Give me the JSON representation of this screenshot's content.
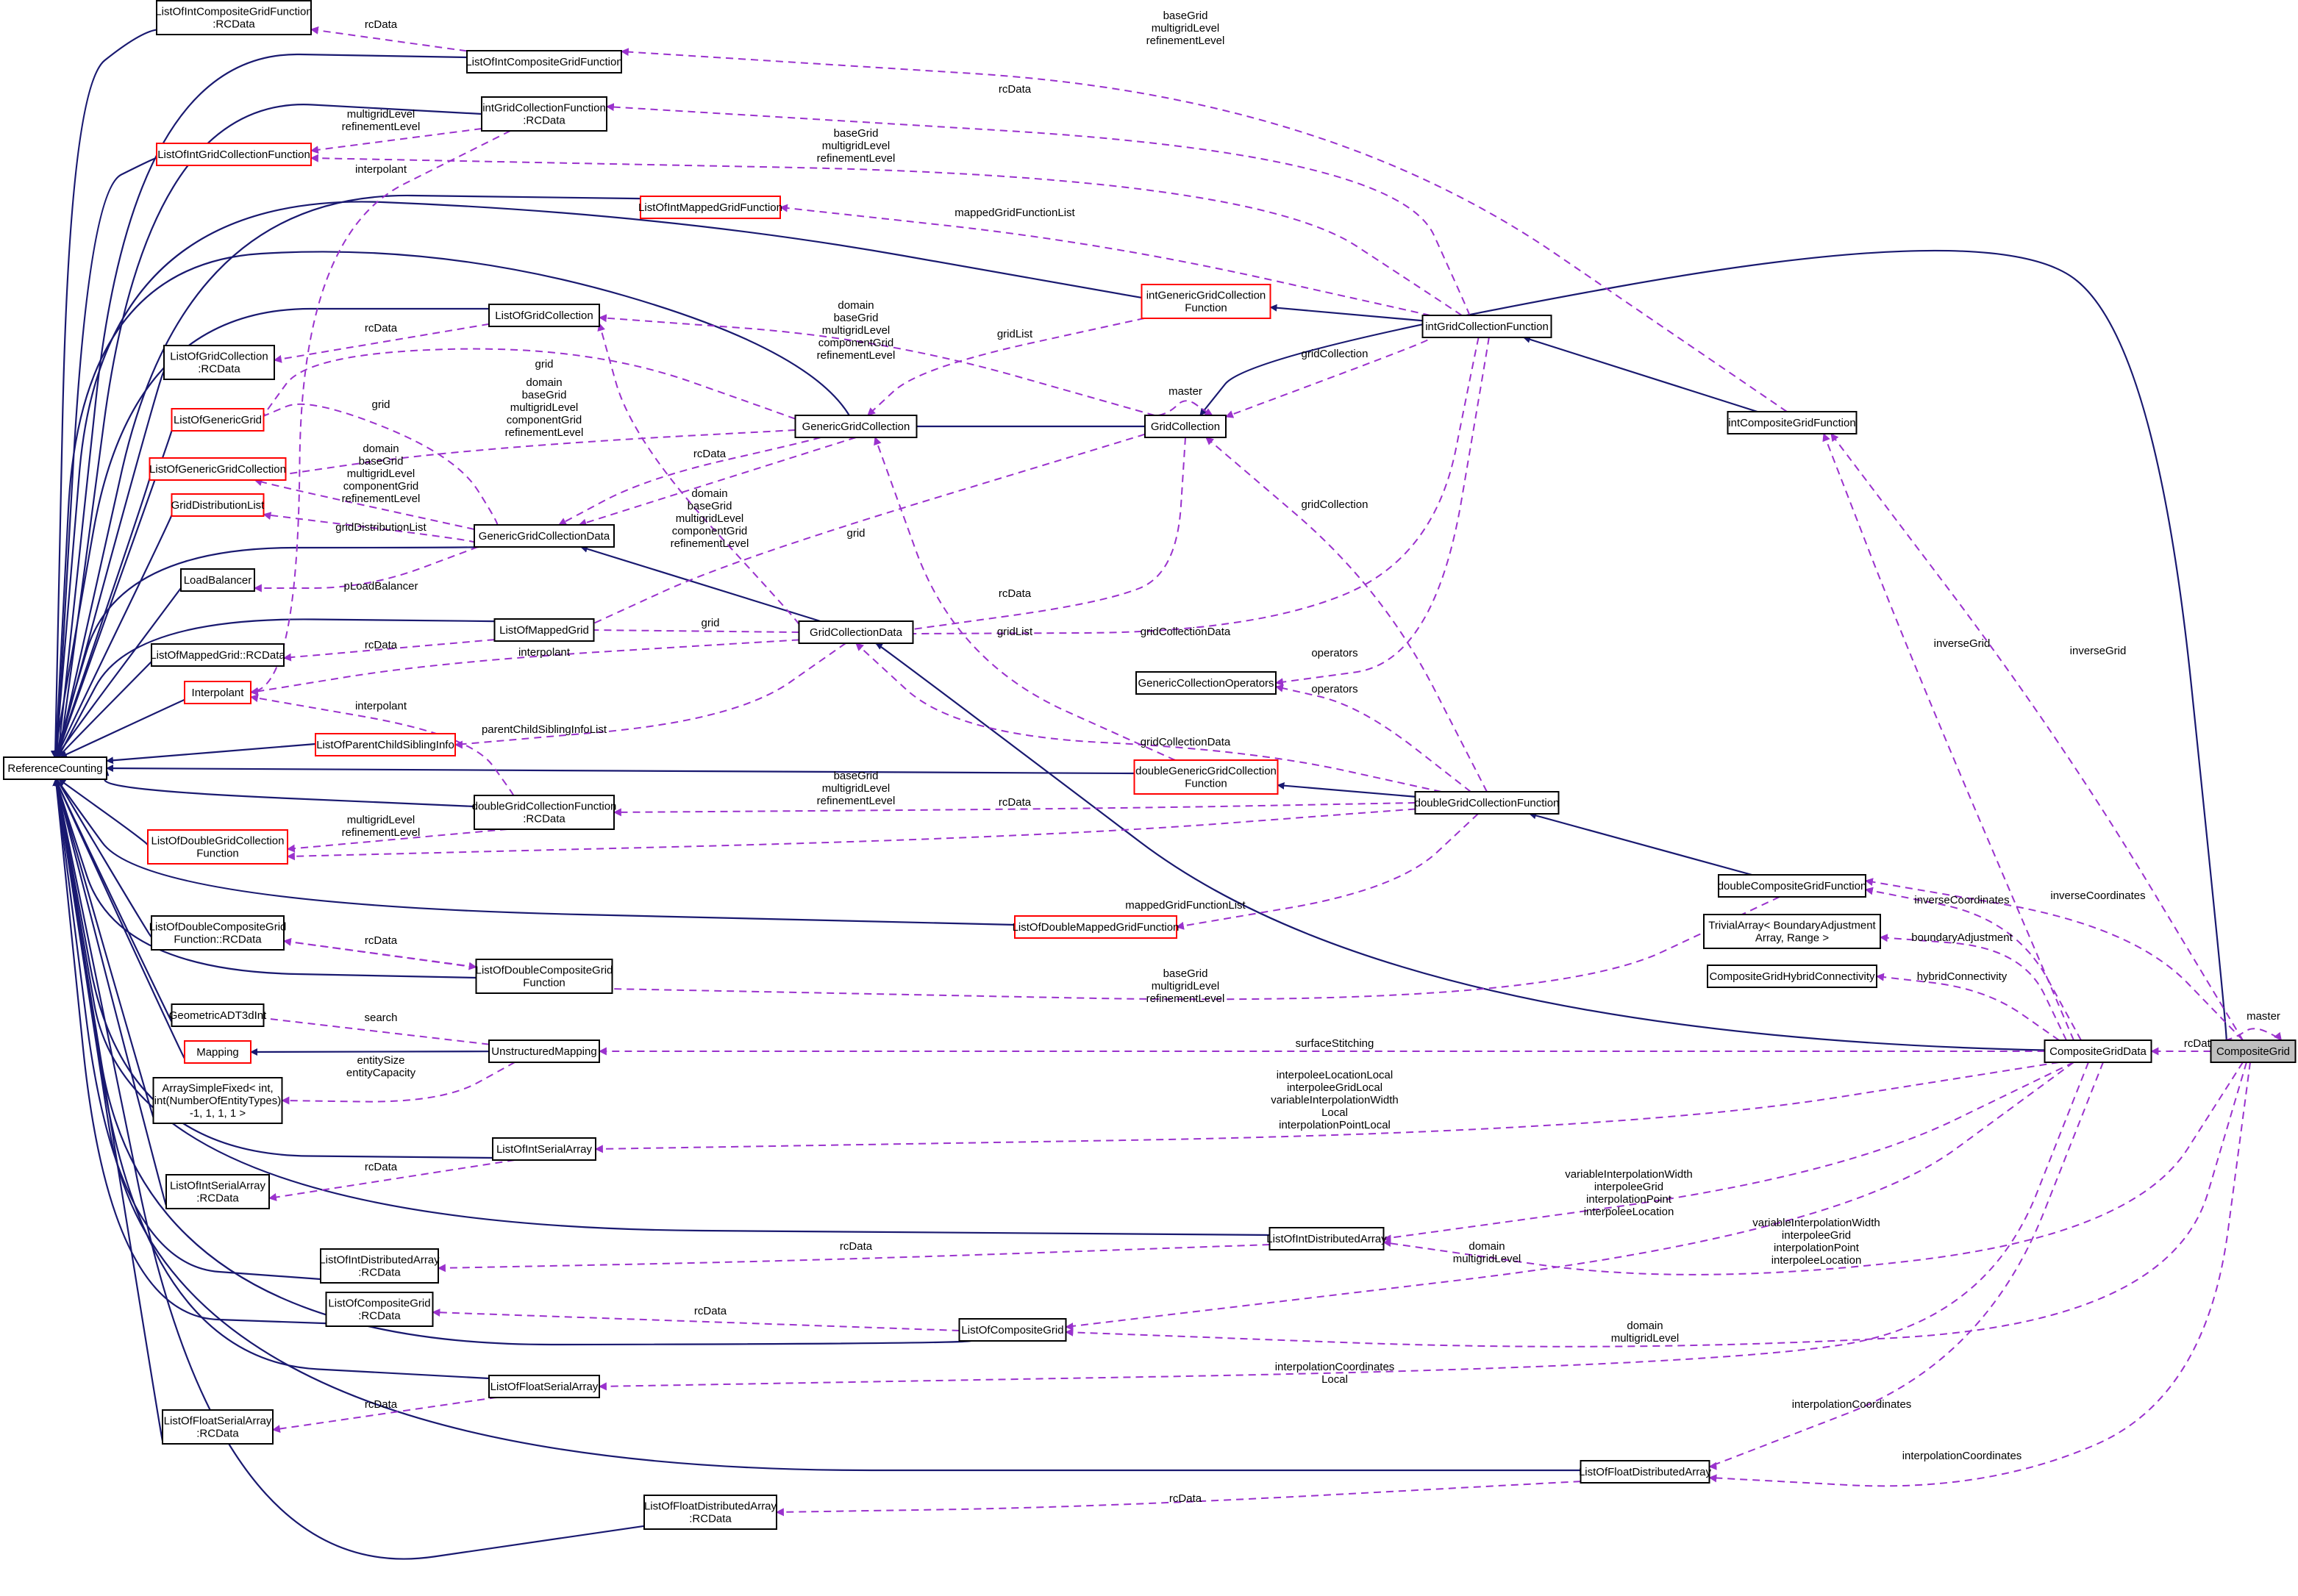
{
  "nodes": {
    "ReferenceCounting": [
      "ReferenceCounting"
    ],
    "ListOfIntCompositeGridFunction_RCData": [
      "ListOfIntCompositeGridFunction",
      ":RCData"
    ],
    "ListOfIntCompositeGridFunction": [
      "ListOfIntCompositeGridFunction"
    ],
    "intGridCollectionFunction_RCData": [
      "intGridCollectionFunction",
      ":RCData"
    ],
    "ListOfIntGridCollectionFunction": [
      "ListOfIntGridCollectionFunction"
    ],
    "ListOfIntMappedGridFunction": [
      "ListOfIntMappedGridFunction"
    ],
    "ListOfGridCollection": [
      "ListOfGridCollection"
    ],
    "ListOfGridCollection_RCData": [
      "ListOfGridCollection",
      ":RCData"
    ],
    "ListOfGenericGrid": [
      "ListOfGenericGrid"
    ],
    "ListOfGenericGridCollection": [
      "ListOfGenericGridCollection"
    ],
    "GridDistributionList": [
      "GridDistributionList"
    ],
    "LoadBalancer": [
      "LoadBalancer"
    ],
    "ListOfMappedGrid_RCData": [
      "ListOfMappedGrid::RCData"
    ],
    "Interpolant": [
      "Interpolant"
    ],
    "ListOfParentChildSiblingInfo": [
      "ListOfParentChildSiblingInfo"
    ],
    "ListOfDoubleGridCollectionFunction": [
      "ListOfDoubleGridCollection",
      "Function"
    ],
    "ListOfDoubleCompositeGridFunction_RCData": [
      "ListOfDoubleCompositeGrid",
      "Function::RCData"
    ],
    "GeometricADT3dInt": [
      "GeometricADT3dInt"
    ],
    "Mapping": [
      "Mapping"
    ],
    "ArraySimpleFixed": [
      "ArraySimpleFixed< int,",
      "int(NumberOfEntityTypes)",
      "-1, 1, 1, 1 >"
    ],
    "ListOfIntSerialArray_RCData": [
      "ListOfIntSerialArray",
      ":RCData"
    ],
    "ListOfIntDistributedArray_RCData": [
      "ListOfIntDistributedArray",
      ":RCData"
    ],
    "ListOfCompositeGrid_RCData": [
      "ListOfCompositeGrid",
      ":RCData"
    ],
    "ListOfFloatSerialArray_RCData": [
      "ListOfFloatSerialArray",
      ":RCData"
    ],
    "ListOfFloatDistributedArray_RCData": [
      "ListOfFloatDistributedArray",
      ":RCData"
    ],
    "GenericGridCollection": [
      "GenericGridCollection"
    ],
    "GenericGridCollectionData": [
      "GenericGridCollectionData"
    ],
    "ListOfMappedGrid": [
      "ListOfMappedGrid"
    ],
    "GridCollectionData": [
      "GridCollectionData"
    ],
    "doubleGridCollectionFunction_RCData": [
      "doubleGridCollectionFunction",
      ":RCData"
    ],
    "ListOfDoubleCompositeGridFunction": [
      "ListOfDoubleCompositeGrid",
      "Function"
    ],
    "UnstructuredMapping": [
      "UnstructuredMapping"
    ],
    "ListOfIntSerialArray": [
      "ListOfIntSerialArray"
    ],
    "ListOfCompositeGrid": [
      "ListOfCompositeGrid"
    ],
    "ListOfFloatSerialArray": [
      "ListOfFloatSerialArray"
    ],
    "intGenericGridCollectionFunction": [
      "intGenericGridCollection",
      "Function"
    ],
    "GridCollection": [
      "GridCollection"
    ],
    "GenericCollectionOperators": [
      "GenericCollectionOperators"
    ],
    "doubleGenericGridCollectionFunction": [
      "doubleGenericGridCollection",
      "Function"
    ],
    "ListOfDoubleMappedGridFunction": [
      "ListOfDoubleMappedGridFunction"
    ],
    "ListOfIntDistributedArray": [
      "ListOfIntDistributedArray"
    ],
    "intGridCollectionFunction": [
      "intGridCollectionFunction"
    ],
    "doubleGridCollectionFunction": [
      "doubleGridCollectionFunction"
    ],
    "ListOfFloatDistributedArray": [
      "ListOfFloatDistributedArray"
    ],
    "intCompositeGridFunction": [
      "intCompositeGridFunction"
    ],
    "doubleCompositeGridFunction": [
      "doubleCompositeGridFunction"
    ],
    "TrivialArray": [
      "TrivialArray< BoundaryAdjustment",
      "Array, Range >"
    ],
    "CompositeGridHybridConnectivity": [
      "CompositeGridHybridConnectivity"
    ],
    "CompositeGridData": [
      "CompositeGridData"
    ],
    "CompositeGrid": [
      "CompositeGrid"
    ]
  },
  "edge_labels": {
    "baseGrid_top": [
      "baseGrid",
      "multigridLevel",
      "refinementLevel"
    ],
    "rcData_1": [
      "rcData"
    ],
    "rcData_2": [
      "rcData"
    ],
    "mgl_1": [
      "multigridLevel",
      "refinementLevel"
    ],
    "baseGrid_2": [
      "baseGrid",
      "multigridLevel",
      "refinementLevel"
    ],
    "interpolant_1": [
      "interpolant"
    ],
    "mappedGridFunctionList_1": [
      "mappedGridFunctionList"
    ],
    "domain_1": [
      "domain",
      "baseGrid",
      "multigridLevel",
      "componentGrid",
      "refinementLevel"
    ],
    "rcData_3": [
      "rcData"
    ],
    "gridList_1": [
      "gridList"
    ],
    "gridCollection_1": [
      "gridCollection"
    ],
    "master_1": [
      "master"
    ],
    "grid_1": [
      "grid"
    ],
    "grid_2": [
      "grid"
    ],
    "domain_2": [
      "domain",
      "baseGrid",
      "multigridLevel",
      "componentGrid",
      "refinementLevel"
    ],
    "domain_3": [
      "domain",
      "baseGrid",
      "multigridLevel",
      "componentGrid",
      "refinementLevel"
    ],
    "rcData_4": [
      "rcData"
    ],
    "domain_4": [
      "domain",
      "baseGrid",
      "multigridLevel",
      "componentGrid",
      "refinementLevel"
    ],
    "gridDistributionList": [
      "gridDistributionList"
    ],
    "grid_3": [
      "grid"
    ],
    "pLoadBalancer": [
      "pLoadBalancer"
    ],
    "rcData_5": [
      "rcData"
    ],
    "grid_4": [
      "grid"
    ],
    "rcData_6": [
      "rcData"
    ],
    "gridList_2": [
      "gridList"
    ],
    "gridCollectionData_1": [
      "gridCollectionData"
    ],
    "gridCollection_2": [
      "gridCollection"
    ],
    "interpolant_2": [
      "interpolant"
    ],
    "operators_1": [
      "operators"
    ],
    "operators_2": [
      "operators"
    ],
    "interpolant_3": [
      "interpolant"
    ],
    "parentChildSiblingInfoList": [
      "parentChildSiblingInfoList"
    ],
    "gridCollectionData_2": [
      "gridCollectionData"
    ],
    "inverseGrid_1": [
      "inverseGrid"
    ],
    "inverseGrid_2": [
      "inverseGrid"
    ],
    "rcData_7": [
      "rcData"
    ],
    "baseGrid_3": [
      "baseGrid",
      "multigridLevel",
      "refinementLevel"
    ],
    "mgl_2": [
      "multigridLevel",
      "refinementLevel"
    ],
    "inverseCoordinates_1": [
      "inverseCoordinates"
    ],
    "inverseCoordinates_2": [
      "inverseCoordinates"
    ],
    "mappedGridFunctionList_2": [
      "mappedGridFunctionList"
    ],
    "boundaryAdjustment": [
      "boundaryAdjustment"
    ],
    "rcData_8": [
      "rcData"
    ],
    "hybridConnectivity": [
      "hybridConnectivity"
    ],
    "baseGrid_4": [
      "baseGrid",
      "multigridLevel",
      "refinementLevel"
    ],
    "master_2": [
      "master"
    ],
    "search": [
      "search"
    ],
    "surfaceStitching": [
      "surfaceStitching"
    ],
    "rcData_9": [
      "rcData"
    ],
    "entitySize": [
      "entitySize",
      "entityCapacity"
    ],
    "interpoleeLocationLocal": [
      "interpoleeLocationLocal",
      "interpoleeGridLocal",
      "variableInterpolationWidth",
      "Local",
      "interpolationPointLocal"
    ],
    "rcData_10": [
      "rcData"
    ],
    "variableInterpolationWidth_1": [
      "variableInterpolationWidth",
      "interpoleeGrid",
      "interpolationPoint",
      "interpoleeLocation"
    ],
    "variableInterpolationWidth_2": [
      "variableInterpolationWidth",
      "interpoleeGrid",
      "interpolationPoint",
      "interpoleeLocation"
    ],
    "rcData_11": [
      "rcData"
    ],
    "domain_5": [
      "domain",
      "multigridLevel"
    ],
    "rcData_12": [
      "rcData"
    ],
    "domain_6": [
      "domain",
      "multigridLevel"
    ],
    "interpolationCoordinatesLocal": [
      "interpolationCoordinates",
      "Local"
    ],
    "rcData_13": [
      "rcData"
    ],
    "interpolationCoordinates_1": [
      "interpolationCoordinates"
    ],
    "interpolationCoordinates_2": [
      "interpolationCoordinates"
    ],
    "rcData_14": [
      "rcData"
    ]
  }
}
